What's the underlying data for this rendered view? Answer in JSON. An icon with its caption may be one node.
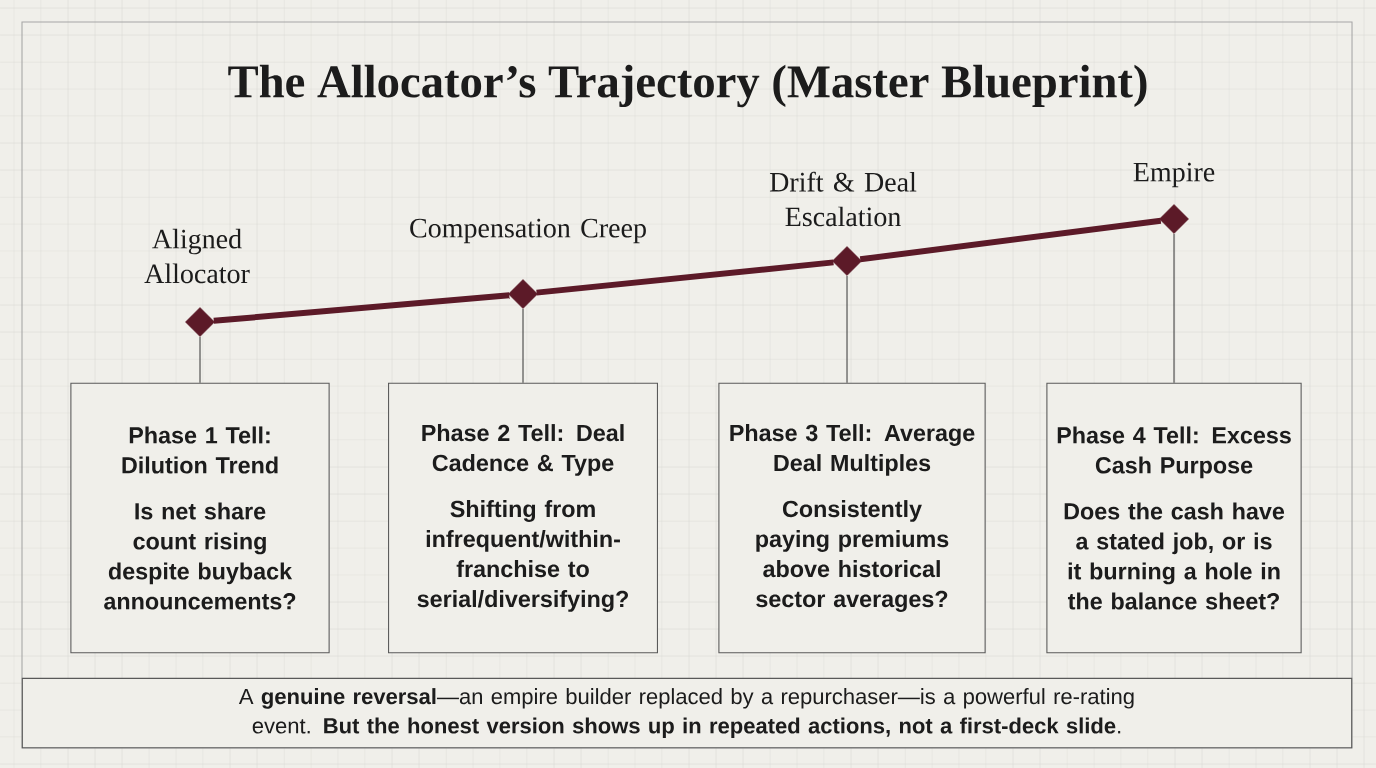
{
  "diagram": {
    "title": "The Allocator’s Trajectory (Master Blueprint)",
    "nodes": [
      {
        "text": [],
        "shape": "diamond",
        "beside": [
          "Aligned Allocator"
        ]
      },
      {
        "text": [],
        "shape": "diamond",
        "beside": [
          "Compensation Creep"
        ]
      },
      {
        "text": [],
        "shape": "diamond",
        "beside": [
          "Drift & Deal Escalation"
        ]
      },
      {
        "text": [],
        "shape": "diamond",
        "beside": [
          "Empire"
        ]
      },
      {
        "text": [
          "Phase 1 Tell: Dilution Trend",
          "Is net share count rising despite buyback announcements?"
        ]
      },
      {
        "text": [
          "Phase 2 Tell: Deal Cadence & Type",
          "Shifting from infrequent/within-franchise to serial/diversifying?"
        ]
      },
      {
        "text": [
          "Phase 3 Tell: Average Deal Multiples",
          "Consistently paying premiums above historical sector averages?"
        ]
      },
      {
        "text": [
          "Phase 4 Tell: Excess Cash Purpose",
          "Does the cash have a stated job, or is it burning a hole in the balance sheet?"
        ]
      }
    ],
    "edges": [
      {
        "from": 0,
        "to": 1,
        "arrow": "none",
        "style": "thick",
        "color": "#5c1a28"
      },
      {
        "from": 1,
        "to": 2,
        "arrow": "none",
        "style": "thick",
        "color": "#5c1a28"
      },
      {
        "from": 2,
        "to": 3,
        "arrow": "none",
        "style": "thick",
        "color": "#5c1a28"
      },
      {
        "from": 0,
        "to": 4,
        "arrow": "none"
      },
      {
        "from": 1,
        "to": 5,
        "arrow": "none"
      },
      {
        "from": 2,
        "to": 6,
        "arrow": "none"
      },
      {
        "from": 3,
        "to": 7,
        "arrow": "none"
      }
    ],
    "caption": "A **genuine reversal**—an empire builder replaced by a repurchaser—is a powerful re-rating event. **But the honest version shows up in repeated actions, not a first-deck slide**."
  }
}
